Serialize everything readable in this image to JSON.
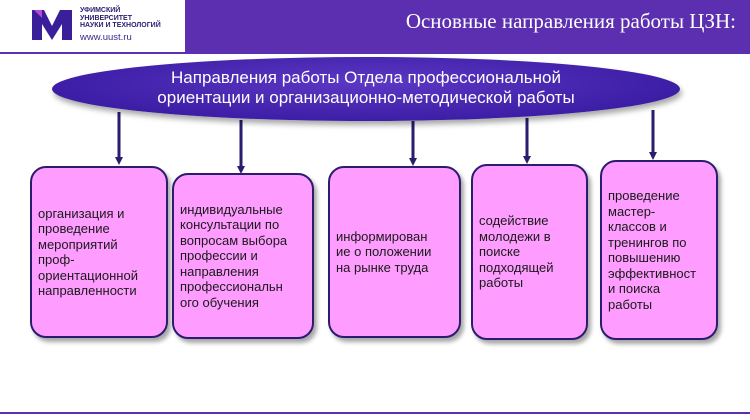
{
  "header": {
    "title": "Основные направления работы ЦЗН:"
  },
  "logo": {
    "name_line1": "УФИМСКИЙ",
    "name_line2": "УНИВЕРСИТЕТ",
    "name_line3": "НАУКИ И ТЕХНОЛОГИЙ",
    "url": "www.uust.ru"
  },
  "central": {
    "line1": "Направления работы Отдела профессиональной",
    "line2": "ориентации и организационно-методической работы"
  },
  "boxes": [
    {
      "text": "организация и\nпроведение\nмероприятий\nпроф-\nориентационной\nнаправленности"
    },
    {
      "text": "индивидуальные\nконсультации по\nвопросам выбора\nпрофессии и\nнаправления\nпрофессиональн\nого обучения"
    },
    {
      "text": "информирован\nие о положении\nна рынке труда"
    },
    {
      "text": "содействие\nмолодежи в\nпоиске\nподходящей\nработы"
    },
    {
      "text": "проведение\nмастер-\nклассов и\nтренингов по\nповышению\nэффективност\nи поиска\nработы"
    }
  ],
  "colors": {
    "accent": "#5b2fb0",
    "ellipse": "#3d1ea6",
    "box_fill": "#ff9cff",
    "box_border": "#2a1d6e"
  }
}
